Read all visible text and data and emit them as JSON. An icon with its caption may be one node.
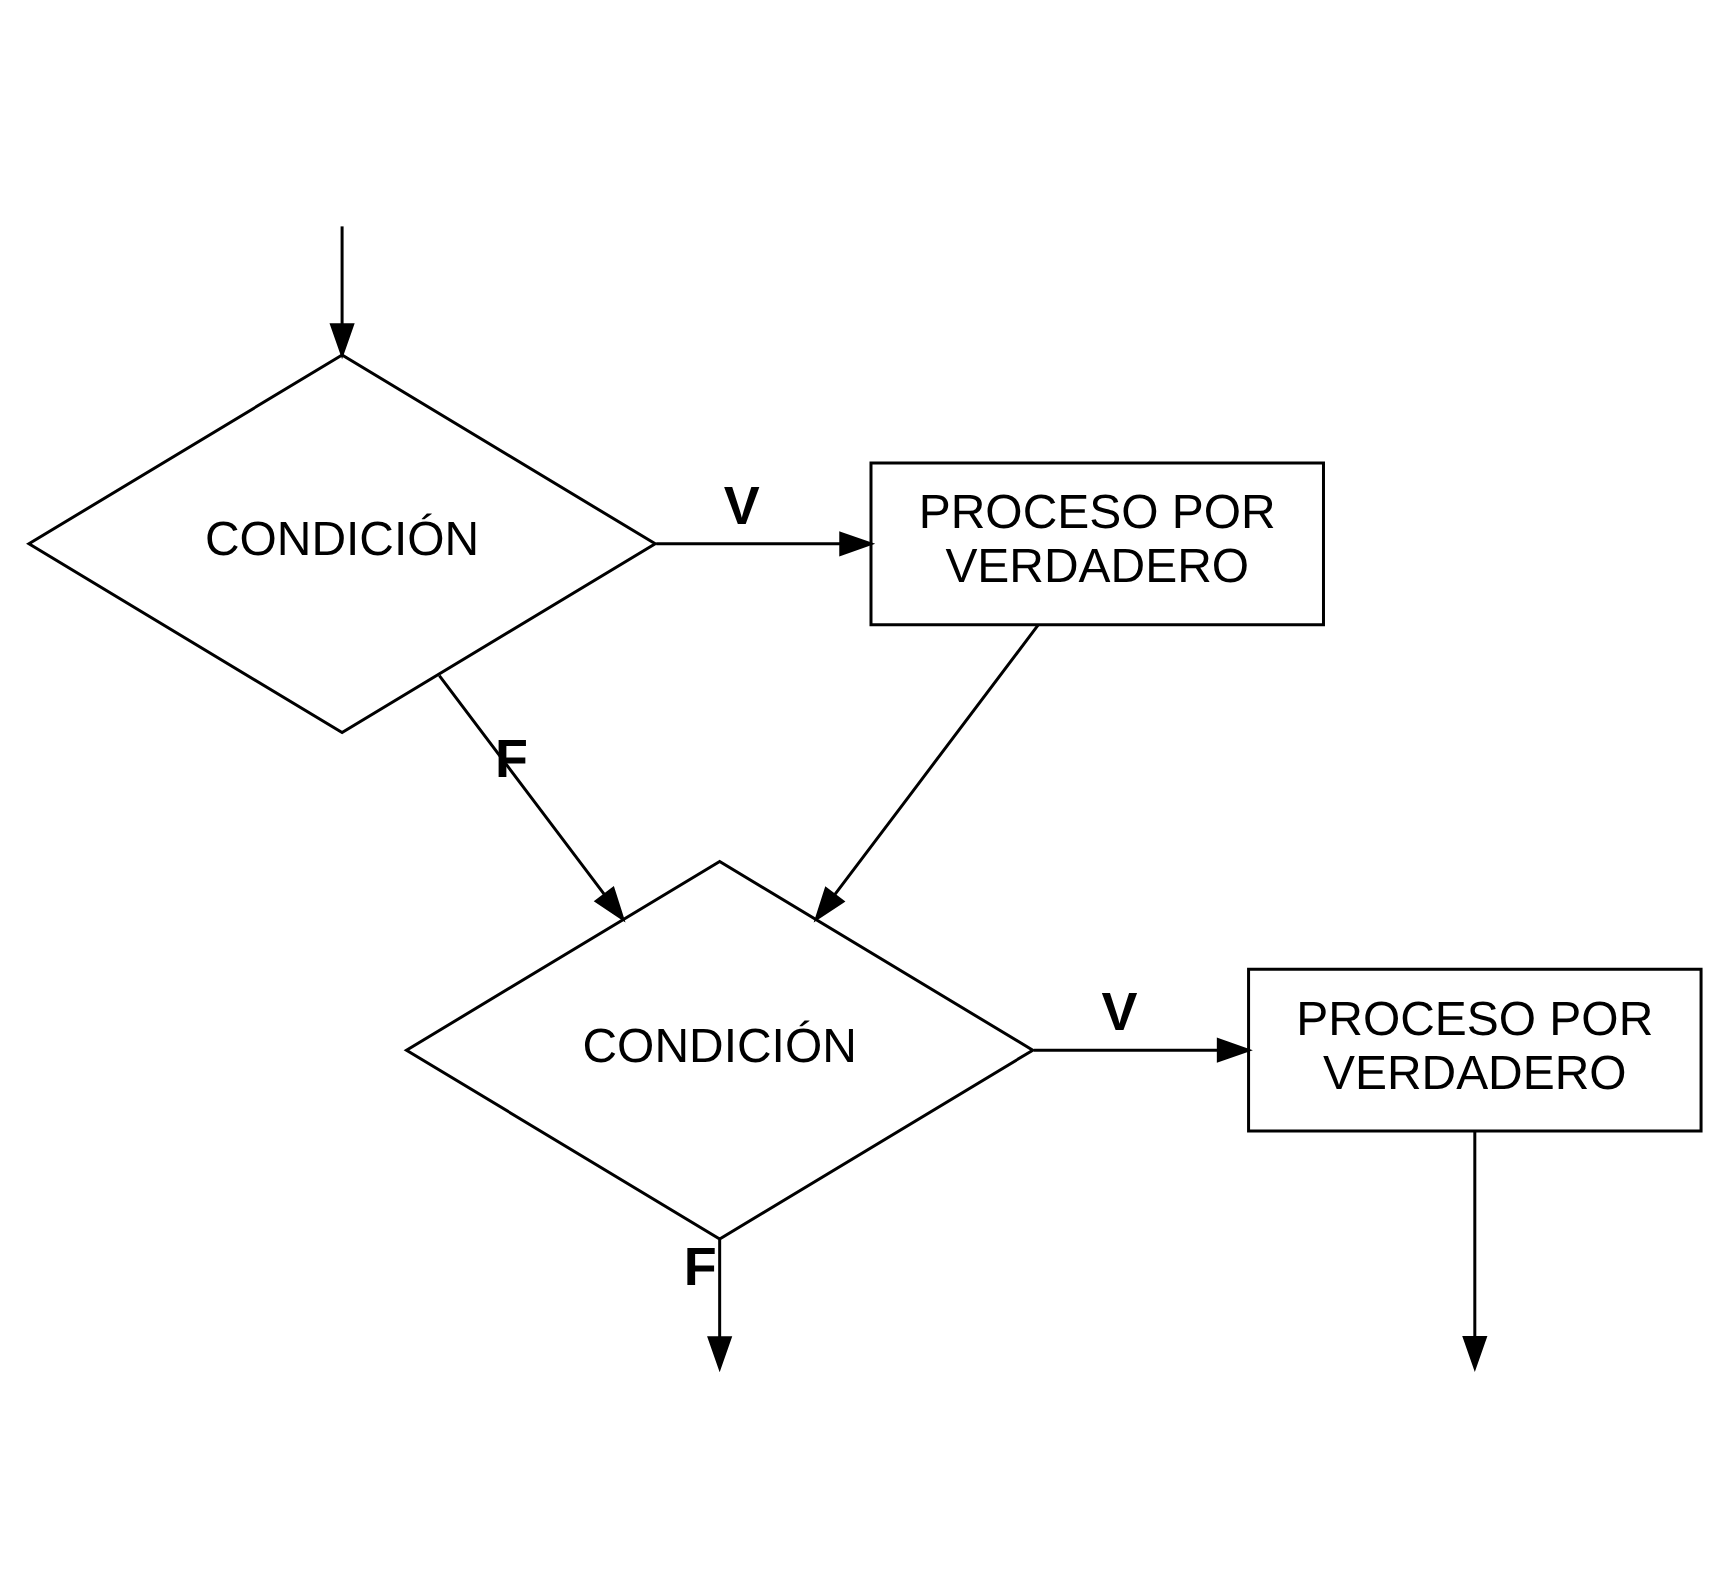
{
  "diagram": {
    "nodes": [
      {
        "text": [
          "CONDICIÓN"
        ]
      },
      {
        "text": [
          "PROCESO POR VERDADERO"
        ]
      },
      {
        "text": [
          "CONDICIÓN"
        ]
      },
      {
        "text": [
          "PROCESO POR VERDADERO"
        ]
      }
    ],
    "edges": [
      {
        "from": null,
        "to": 0,
        "arrow": "to"
      },
      {
        "from": 0,
        "to": 1,
        "arrow": "to",
        "label": "V"
      },
      {
        "from": 0,
        "to": 2,
        "arrow": "to",
        "label": "F"
      },
      {
        "from": 1,
        "to": 2,
        "arrow": "to"
      },
      {
        "from": 2,
        "to": 3,
        "arrow": "to",
        "label": "V"
      },
      {
        "from": 2,
        "to": null,
        "arrow": "to",
        "label": "F"
      },
      {
        "from": 3,
        "to": null,
        "arrow": "to"
      }
    ]
  }
}
